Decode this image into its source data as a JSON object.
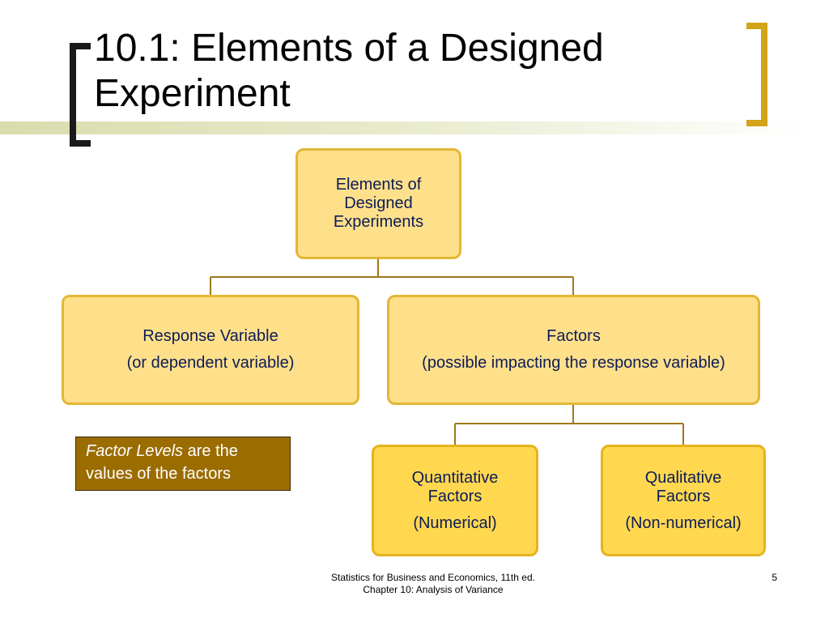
{
  "title": {
    "line1": "10.1: Elements of a Designed",
    "line2": "Experiment"
  },
  "diagram": {
    "root": {
      "line1": "Elements of",
      "line2": "Designed",
      "line3": "Experiments"
    },
    "response": {
      "main": "Response Variable",
      "sub": "(or dependent variable)"
    },
    "factors": {
      "main": "Factors",
      "sub": "(possible impacting the response variable)"
    },
    "quantitative": {
      "line1": "Quantitative",
      "line2": "Factors",
      "sub": "(Numerical)"
    },
    "qualitative": {
      "line1": "Qualitative",
      "line2": "Factors",
      "sub": "(Non-numerical)"
    }
  },
  "note": {
    "emphasis": "Factor Levels",
    "rest": " are the values of the factors"
  },
  "footer": {
    "line1": "Statistics for Business and Economics, 11th ed.",
    "line2": "Chapter 10: Analysis of Variance",
    "page": "5"
  },
  "colors": {
    "box_fill": "#ffe08a",
    "box_fill_bright": "#ffd84f",
    "box_border": "#e3b735",
    "box_text": "#0e1b57",
    "connector": "#a0781a",
    "note_fill": "#9b6c00",
    "accent_bracket": "#d2a418"
  }
}
